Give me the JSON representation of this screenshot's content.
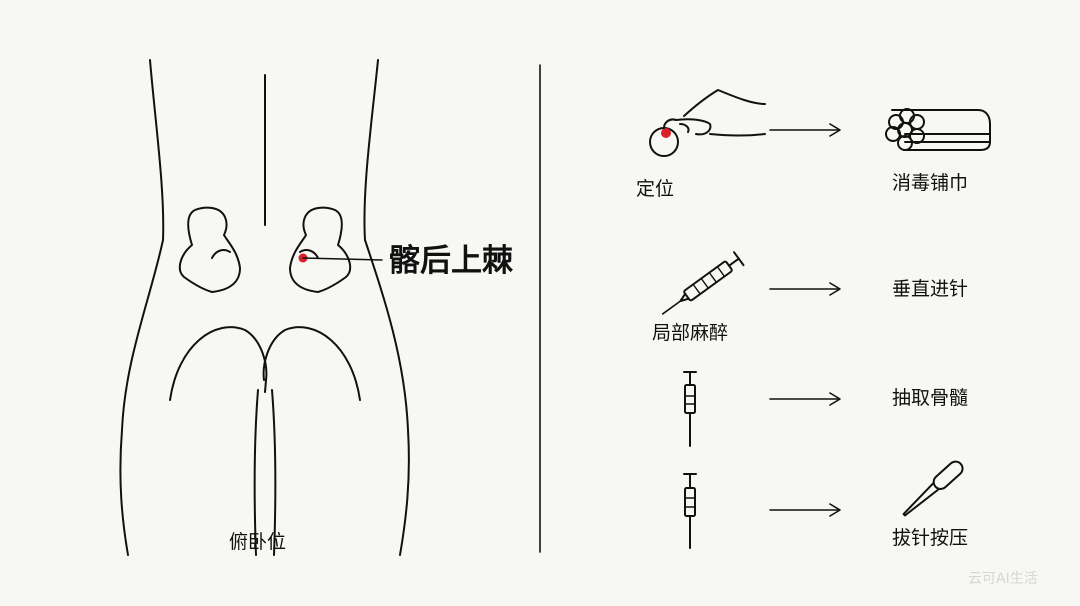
{
  "body_labels": {
    "position": "俯卧位",
    "landmark": "髂后上棘"
  },
  "steps": [
    {
      "id": "locate",
      "label": "定位"
    },
    {
      "id": "disinfect",
      "label": "消毒铺巾"
    },
    {
      "id": "anesthesia",
      "label": "局部麻醉"
    },
    {
      "id": "insert",
      "label": "垂直进针"
    },
    {
      "id": "aspirate",
      "label": "抽取骨髓"
    },
    {
      "id": "withdraw",
      "label": "拔针按压"
    }
  ],
  "watermark": "云可AI生活",
  "colors": {
    "line": "#111111",
    "marker": "#d9202a",
    "background": "#f7f7f3"
  },
  "icons": {
    "locate": "finger-pressing-dot-icon",
    "disinfect": "gauze-towel-icon",
    "anesthesia": "syringe-icon",
    "aspirate": "bone-marrow-needle-icon",
    "withdraw": "needle-with-cotton-tip-icon"
  }
}
